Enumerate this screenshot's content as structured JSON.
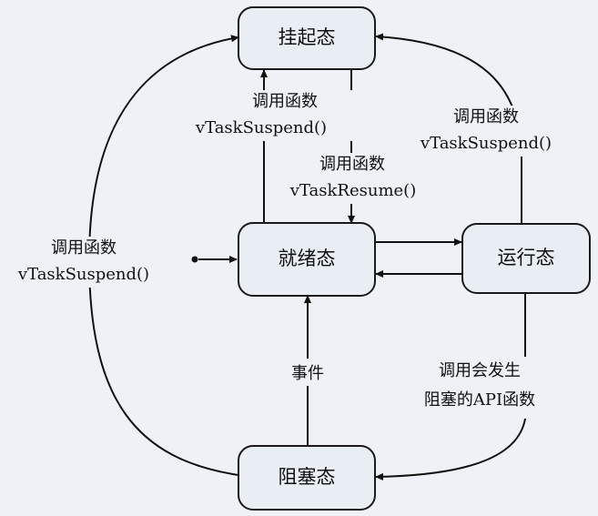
{
  "states": {
    "suspended": "挂起态",
    "ready": "就绪态",
    "running": "运行态",
    "blocked": "阻塞态"
  },
  "labels": {
    "ready_to_suspended_line1": "调用函数",
    "ready_to_suspended_line2": "vTaskSuspend()",
    "suspended_to_ready_line1": "调用函数",
    "suspended_to_ready_line2": "vTaskResume()",
    "running_to_suspended_line1": "调用函数",
    "running_to_suspended_line2": "vTaskSuspend()",
    "blocked_to_suspended_line1": "调用函数",
    "blocked_to_suspended_line2": "vTaskSuspend()",
    "blocked_to_ready": "事件",
    "running_to_blocked_line1": "调用会发生",
    "running_to_blocked_line2": "阻塞的API函数"
  },
  "colors": {
    "background": "#eef1f5",
    "box_fill": "#e9eef4",
    "stroke": "#111111"
  }
}
